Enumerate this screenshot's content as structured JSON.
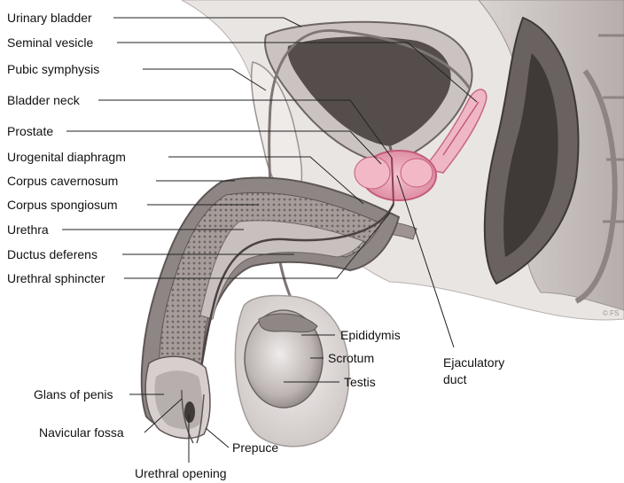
{
  "labels": {
    "urinary_bladder": "Urinary bladder",
    "seminal_vesicle": "Seminal vesicle",
    "pubic_symphysis": "Pubic symphysis",
    "bladder_neck": "Bladder neck",
    "prostate": "Prostate",
    "urogenital_diaphragm": "Urogenital diaphragm",
    "corpus_cavernosum": "Corpus cavernosum",
    "corpus_spongiosum": "Corpus spongiosum",
    "urethra": "Urethra",
    "ductus_deferens": "Ductus deferens",
    "urethral_sphincter": "Urethral sphincter",
    "epididymis": "Epididymis",
    "scrotum": "Scrotum",
    "testis": "Testis",
    "ejaculatory_duct_line1": "Ejaculatory",
    "ejaculatory_duct_line2": "duct",
    "glans_of_penis": "Glans of penis",
    "navicular_fossa": "Navicular fossa",
    "prepuce": "Prepuce",
    "urethral_opening": "Urethral opening"
  },
  "credit": "© FS",
  "colors": {
    "tissue_light": "#e8e4e2",
    "tissue_mid": "#cfc8c5",
    "tissue_dark": "#7c7472",
    "cavity": "#4d4645",
    "prostate_pink": "#e8a0b2",
    "prostate_edge": "#c45c78",
    "label_text": "#111111"
  }
}
